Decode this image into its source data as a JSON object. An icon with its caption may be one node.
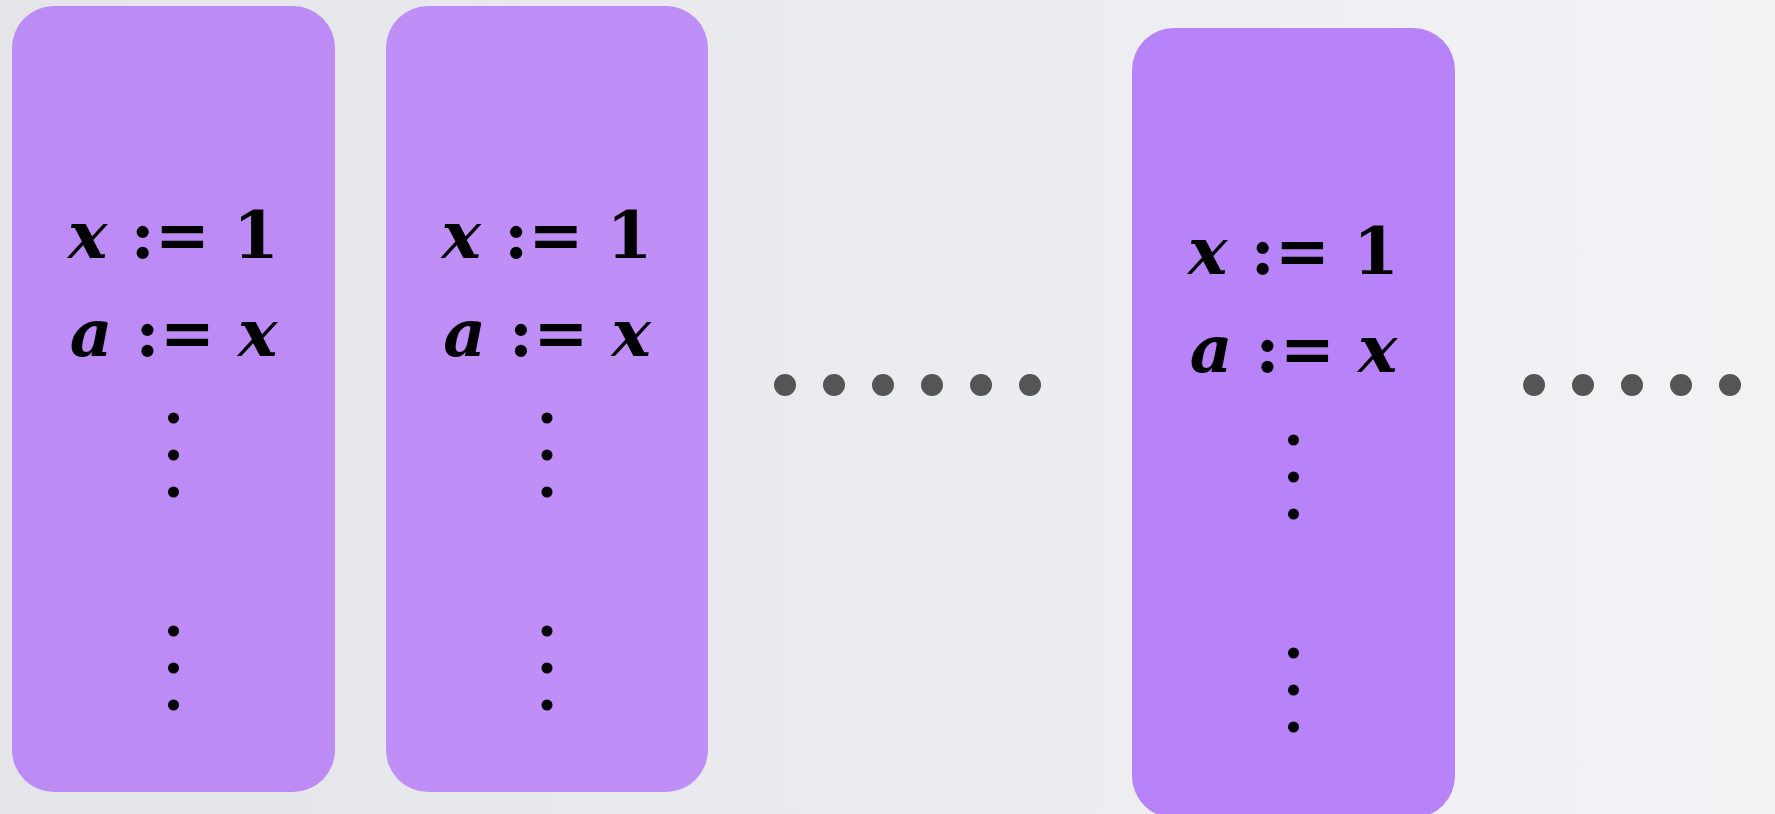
{
  "diagram": {
    "nodes": [
      {
        "text": [
          "*x* := 1",
          "*a* := *x*"
        ]
      },
      {
        "text": [
          "*x* := 1",
          "*a* := *x*"
        ]
      },
      {
        "text": [
          "*x* := 1",
          "*a* := *x*"
        ]
      }
    ]
  }
}
